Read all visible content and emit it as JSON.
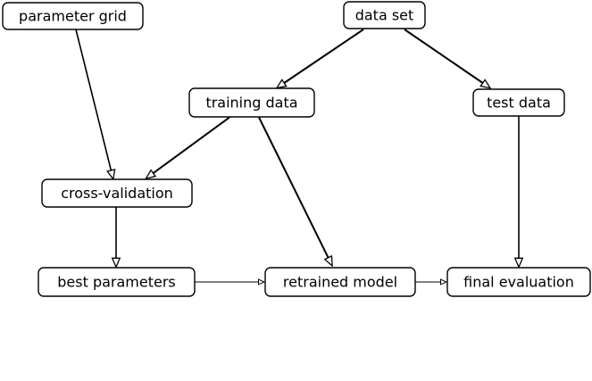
{
  "diagram": {
    "type": "flowchart",
    "colors": {
      "background": "#ffffff",
      "node_fill": "#ffffff",
      "node_border": "#000000",
      "arrow": "#000000",
      "text": "#000000"
    },
    "nodes": {
      "parameter_grid": {
        "label": "parameter grid"
      },
      "data_set": {
        "label": "data set"
      },
      "training_data": {
        "label": "training data"
      },
      "test_data": {
        "label": "test data"
      },
      "cross_validation": {
        "label": "cross-validation"
      },
      "best_parameters": {
        "label": "best parameters"
      },
      "retrained_model": {
        "label": "retrained model"
      },
      "final_evaluation": {
        "label": "final evaluation"
      }
    },
    "edges": [
      {
        "from": "parameter grid",
        "to": "cross-validation"
      },
      {
        "from": "data set",
        "to": "training data"
      },
      {
        "from": "data set",
        "to": "test data"
      },
      {
        "from": "training data",
        "to": "cross-validation"
      },
      {
        "from": "training data",
        "to": "retrained model"
      },
      {
        "from": "cross-validation",
        "to": "best parameters"
      },
      {
        "from": "best parameters",
        "to": "retrained model"
      },
      {
        "from": "retrained model",
        "to": "final evaluation"
      },
      {
        "from": "test data",
        "to": "final evaluation"
      }
    ]
  }
}
